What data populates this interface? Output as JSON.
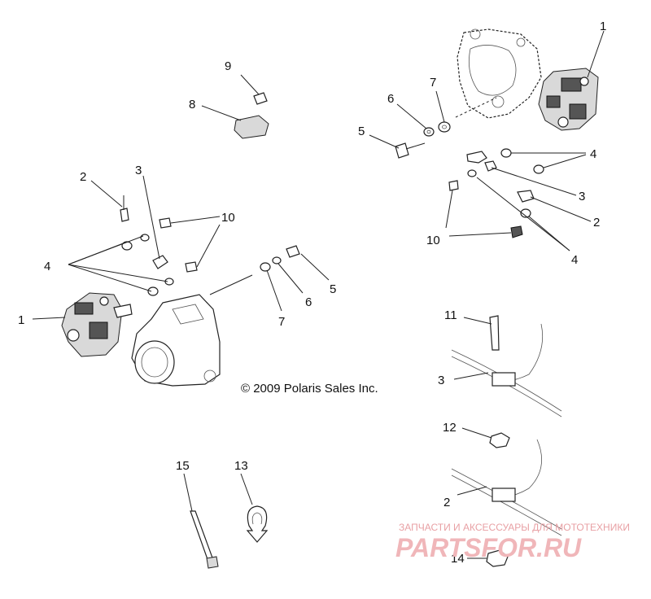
{
  "labels": {
    "l1a": "1",
    "l1b": "1",
    "l2a": "2",
    "l2b": "2",
    "l2c": "2",
    "l3a": "3",
    "l3b": "3",
    "l3c": "3",
    "l4a": "4",
    "l4b": "4",
    "l4c": "4",
    "l5a": "5",
    "l5b": "5",
    "l6a": "6",
    "l6b": "6",
    "l7a": "7",
    "l7b": "7",
    "l8": "8",
    "l9": "9",
    "l10a": "10",
    "l10b": "10",
    "l11": "11",
    "l12": "12",
    "l13": "13",
    "l14": "14",
    "l15": "15"
  },
  "copyright": "© 2009 Polaris Sales Inc.",
  "watermark": {
    "tagline": "ЗАПЧАСТИ И АКСЕССУАРЫ ДЛЯ МОТОТЕХНИКИ",
    "logo": "PARTSFOR.RU"
  }
}
